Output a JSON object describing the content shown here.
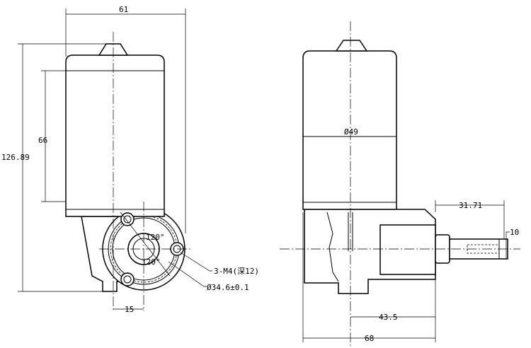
{
  "drawing": {
    "front_view": {
      "width_dim": "61",
      "total_height_dim": "126.89",
      "motor_height_dim": "66",
      "hole_offset_dim": "15",
      "angle_top": "120°",
      "angle_bottom": "120°",
      "thread_callout": "3-M4(深12)",
      "bolt_circle_callout": "Ø34.6±0.1"
    },
    "side_view": {
      "motor_diameter_dim": "Ø49",
      "shaft_length_dim": "31.71",
      "shaft_end_dim": "10",
      "shaft_offset_dim": "43.5",
      "total_length_dim": "68"
    }
  }
}
